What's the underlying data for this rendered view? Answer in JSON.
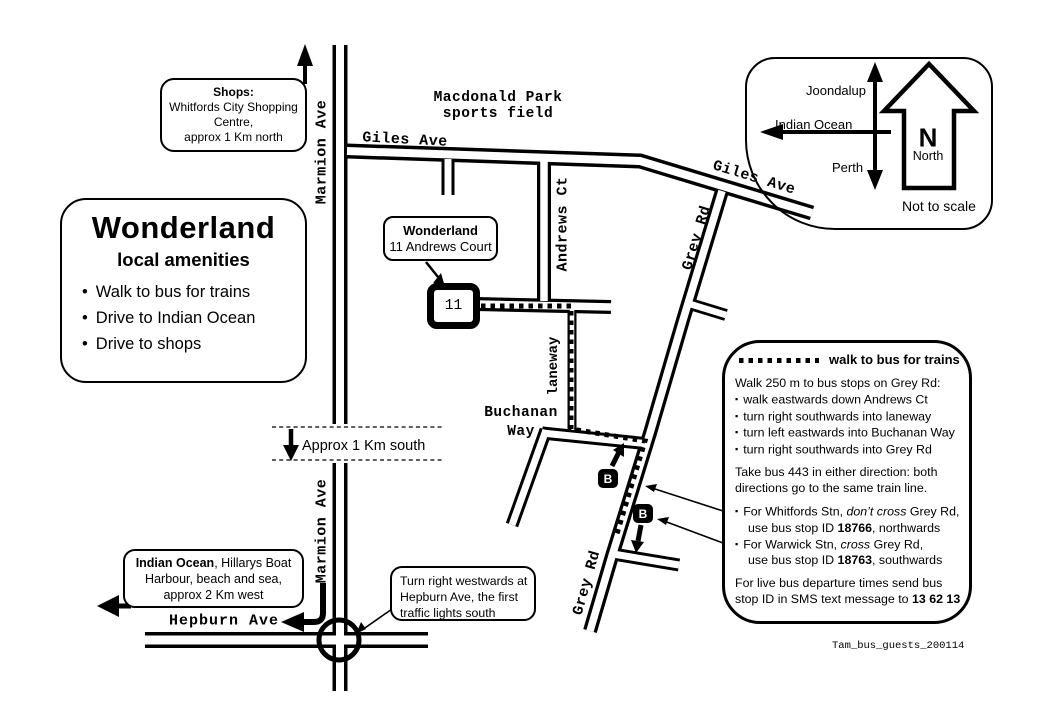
{
  "colors": {
    "ink": "#000000",
    "paper": "#ffffff"
  },
  "title_box": {
    "title": "Wonderland",
    "subtitle": "local amenities",
    "bullet": "•",
    "bullets": [
      "Walk to bus for trains",
      "Drive to Indian Ocean",
      "Drive to shops"
    ]
  },
  "shops_box": {
    "heading": "Shops:",
    "lines": [
      "Whitfords City Shopping",
      "Centre,",
      "approx 1 Km north"
    ]
  },
  "house_box": {
    "name": "Wonderland",
    "address": "11 Andrews Court"
  },
  "house_marker": {
    "number": "11"
  },
  "roads": {
    "marmion_upper": "Marmion Ave",
    "marmion_lower": "Marmion Ave",
    "giles_left": "Giles Ave",
    "giles_right": "Giles Ave",
    "grey_upper": "Grey Rd",
    "grey_lower": "Grey Rd",
    "andrews": "Andrews Ct",
    "laneway": "laneway",
    "buchanan_line1": "Buchanan",
    "buchanan_line2": "Way",
    "hepburn": "Hepburn Ave"
  },
  "park_label": {
    "line1": "Macdonald Park",
    "line2": "sports field"
  },
  "scale_note": "Approx 1 Km south",
  "compass": {
    "joondalup": "Joondalup",
    "indian_ocean": "Indian Ocean",
    "perth": "Perth",
    "letter": "N",
    "word": "North",
    "note": "Not to scale"
  },
  "bus_box": {
    "bullet": "▪",
    "legend_label": "walk to bus for trains",
    "intro": "Walk 250 m to bus stops on Grey Rd:",
    "steps": [
      "walk eastwards down Andrews Ct",
      "turn right southwards into laneway",
      "turn left eastwards into Buchanan Way",
      "turn right southwards into Grey Rd"
    ],
    "bus_info_1": "Take bus 443 in either direction:  both",
    "bus_info_2": "directions go to the same train line.",
    "whitfords": {
      "pre": "For Whitfords Stn, ",
      "em": "don’t cross",
      "post": " Grey Rd,"
    },
    "whitfords_id": {
      "pre": "use bus stop ID ",
      "bold": "18766",
      "post": ", northwards"
    },
    "warwick": {
      "pre": "For Warwick Stn, ",
      "em": "cross",
      "post": " Grey Rd,"
    },
    "warwick_id": {
      "pre": "use bus stop ID ",
      "bold": "18763",
      "post": ", southwards"
    },
    "sms_1": "For live bus departure times send bus",
    "sms_2": {
      "pre": "stop ID in SMS text message to ",
      "bold": "13 62 13"
    }
  },
  "bus_stops": {
    "label": "B"
  },
  "ocean_box": {
    "bold": "Indian Ocean",
    "rest": ", Hillarys Boat",
    "line2": "Harbour, beach and sea,",
    "line3": "approx 2 Km west"
  },
  "turn_box": {
    "line1": "Turn right westwards at",
    "line2": "Hepburn Ave, the first",
    "line3": "traffic lights south"
  },
  "footer": "Tam_bus_guests_200114"
}
